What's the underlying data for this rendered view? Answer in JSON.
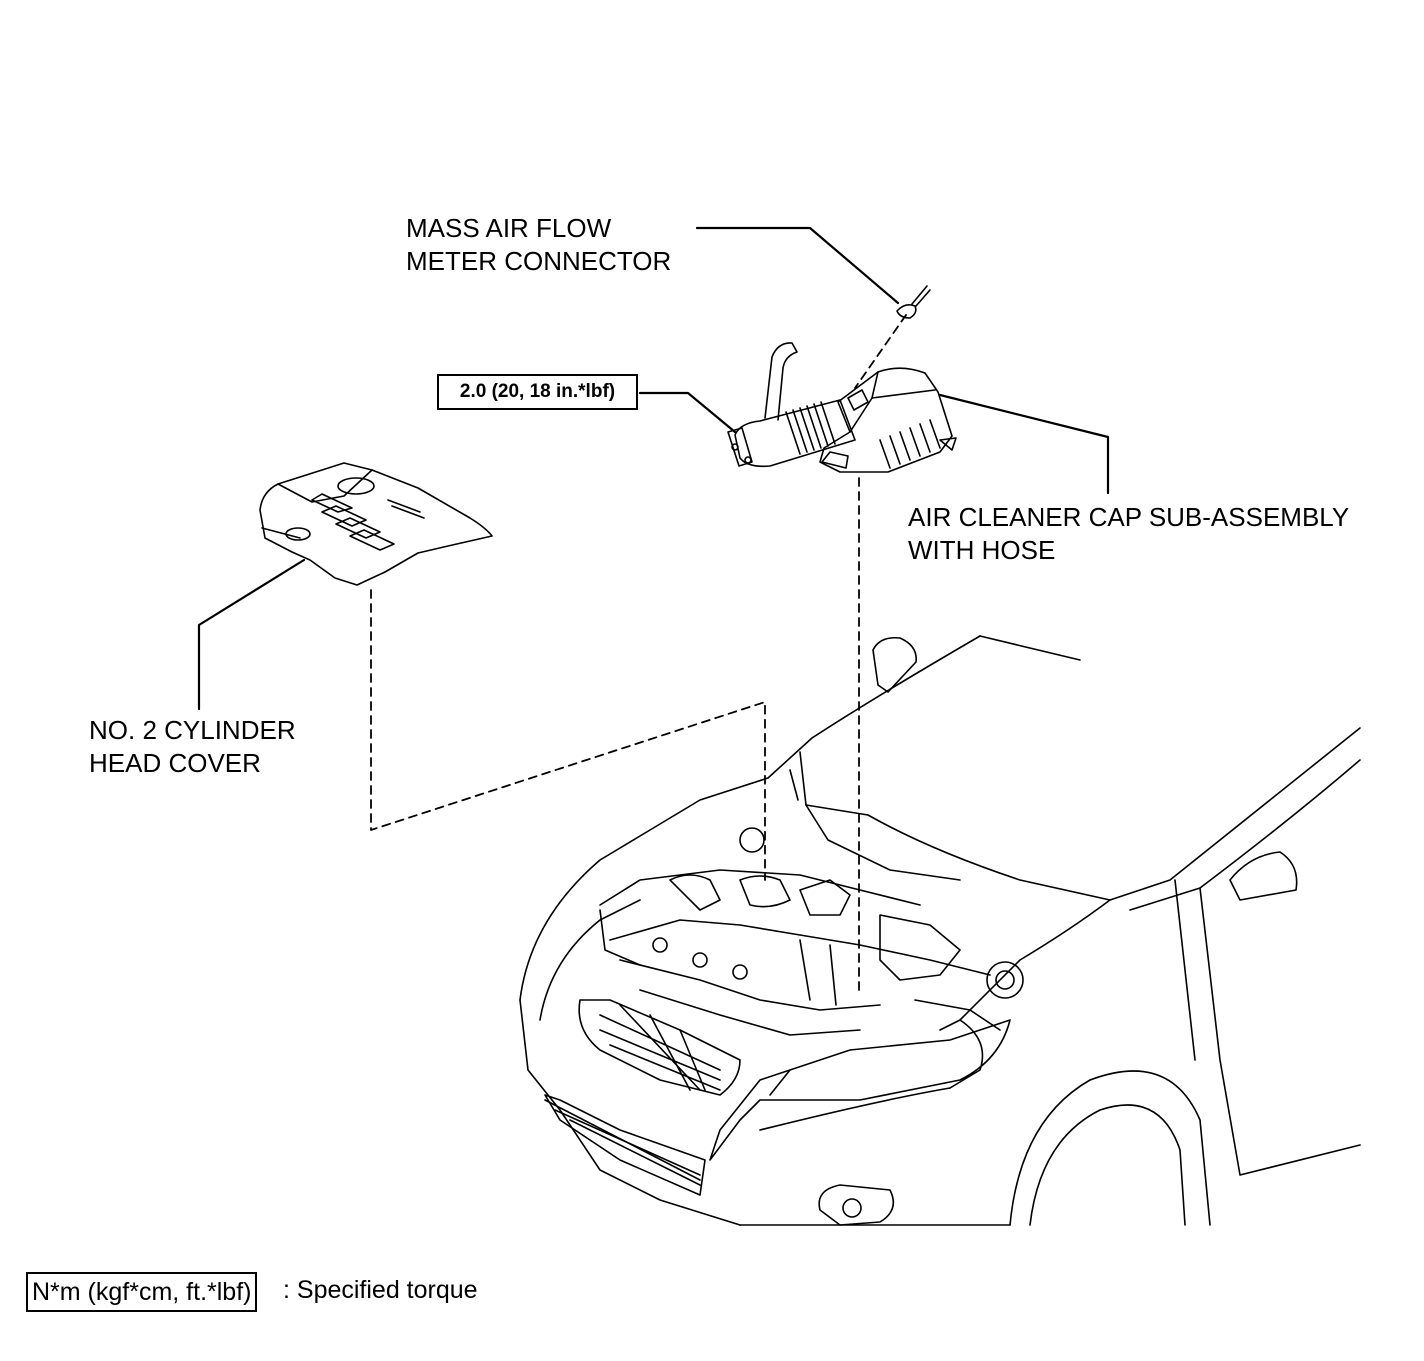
{
  "labels": {
    "maf_line1": "MASS AIR FLOW",
    "maf_line2": "METER CONNECTOR",
    "torque_value": "2.0 (20, 18 in.*lbf)",
    "air_cleaner_line1": "AIR CLEANER CAP SUB-ASSEMBLY",
    "air_cleaner_line2": "WITH HOSE",
    "head_cover_line1": "NO. 2 CYLINDER",
    "head_cover_line2": "HEAD COVER"
  },
  "legend": {
    "unit": "N*m (kgf*cm, ft.*lbf)",
    "description": ": Specified torque"
  }
}
